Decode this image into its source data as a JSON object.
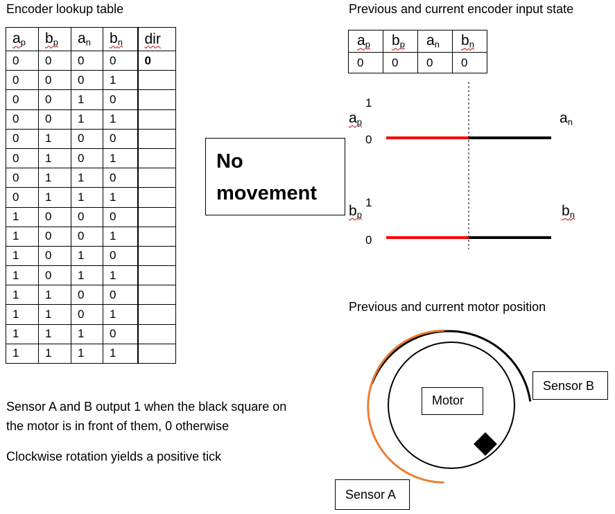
{
  "lookup": {
    "title": "Encoder lookup table",
    "headers": [
      "a",
      "b",
      "a",
      "b",
      "dir"
    ],
    "header_subs": [
      "p",
      "p",
      "n",
      "n",
      ""
    ],
    "rows": [
      [
        "0",
        "0",
        "0",
        "0",
        "0"
      ],
      [
        "0",
        "0",
        "0",
        "1",
        ""
      ],
      [
        "0",
        "0",
        "1",
        "0",
        ""
      ],
      [
        "0",
        "0",
        "1",
        "1",
        ""
      ],
      [
        "0",
        "1",
        "0",
        "0",
        ""
      ],
      [
        "0",
        "1",
        "0",
        "1",
        ""
      ],
      [
        "0",
        "1",
        "1",
        "0",
        ""
      ],
      [
        "0",
        "1",
        "1",
        "1",
        ""
      ],
      [
        "1",
        "0",
        "0",
        "0",
        ""
      ],
      [
        "1",
        "0",
        "0",
        "1",
        ""
      ],
      [
        "1",
        "0",
        "1",
        "0",
        ""
      ],
      [
        "1",
        "0",
        "1",
        "1",
        ""
      ],
      [
        "1",
        "1",
        "0",
        "0",
        ""
      ],
      [
        "1",
        "1",
        "0",
        "1",
        ""
      ],
      [
        "1",
        "1",
        "1",
        "0",
        ""
      ],
      [
        "1",
        "1",
        "1",
        "1",
        ""
      ]
    ]
  },
  "result": {
    "text": "No movement"
  },
  "state": {
    "title": "Previous and current encoder input state",
    "headers": [
      "a",
      "b",
      "a",
      "b"
    ],
    "header_subs": [
      "p",
      "p",
      "n",
      "n"
    ],
    "values": [
      "0",
      "0",
      "0",
      "0"
    ]
  },
  "signals": {
    "a": {
      "left_label": "a",
      "left_sub": "p",
      "right_label": "a",
      "right_sub": "n",
      "level_high": "1",
      "level_low": "0",
      "previous_level": 0,
      "current_level": 0
    },
    "b": {
      "left_label": "b",
      "left_sub": "p",
      "right_label": "b",
      "right_sub": "n",
      "level_high": "1",
      "level_low": "0",
      "previous_level": 0,
      "current_level": 0
    },
    "previous_color": "#ff0000",
    "current_color": "#000000"
  },
  "motor": {
    "title": "Previous and current motor position",
    "label": "Motor",
    "sensor_a": "Sensor A",
    "sensor_b": "Sensor B",
    "sensor_a_color": "#ed7d31",
    "sensor_b_color": "#000000"
  },
  "notes": [
    "Sensor A and B output 1 when the black square on the motor is in front of them, 0 otherwise",
    "Clockwise rotation yields a positive tick"
  ]
}
